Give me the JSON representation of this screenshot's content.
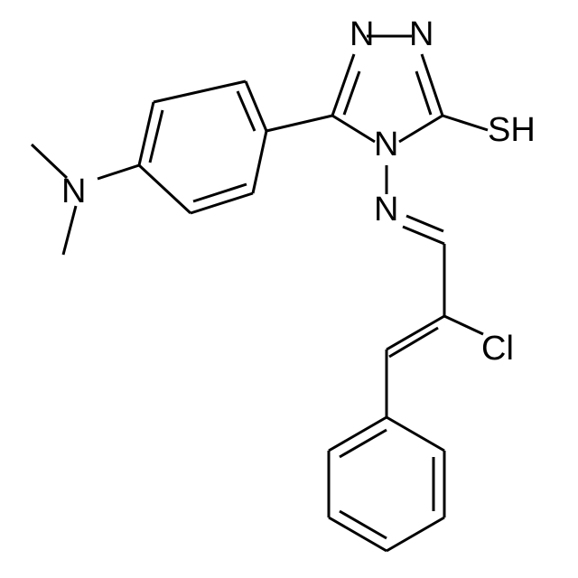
{
  "colors": {
    "bond": "#000000",
    "label": "#000000",
    "background": "#ffffff"
  },
  "atoms": {
    "triazole_n1": "N",
    "triazole_n2": "N",
    "triazole_n4": "N",
    "imine_n": "N",
    "thiol": "SH",
    "chlorine": "Cl",
    "dimethylamino_n": "N"
  }
}
